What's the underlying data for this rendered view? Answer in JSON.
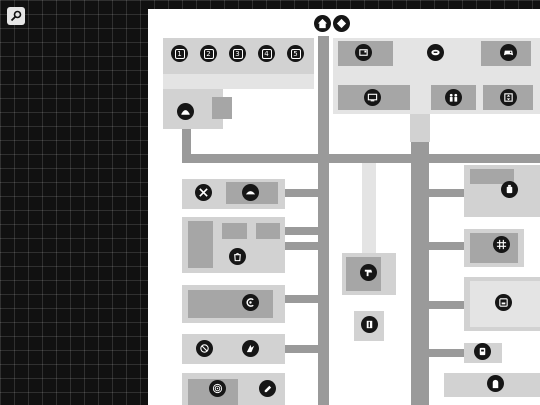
{
  "toolbar": {
    "search_icon": "magnifier-icon"
  },
  "top_markers": [
    "home-icon",
    "diamond-icon"
  ],
  "ticket_windows": [
    "1",
    "2",
    "3",
    "4",
    "5"
  ],
  "pois": [
    "seated-restroom-icon",
    "bed-icon",
    "gamepad-icon",
    "monitor-icon",
    "family-icon",
    "elevator-icon",
    "arrival-icon",
    "tools-icon",
    "cap-icon",
    "shopping-bag-icon",
    "medal-icon",
    "water-tap-icon",
    "no-smoking-icon",
    "id-card-icon",
    "grid-icon",
    "wash-icon",
    "atm-icon",
    "slot-icon",
    "tea-icon",
    "music-icon",
    "book-icon",
    "fire-icon",
    "mailbox-icon"
  ]
}
